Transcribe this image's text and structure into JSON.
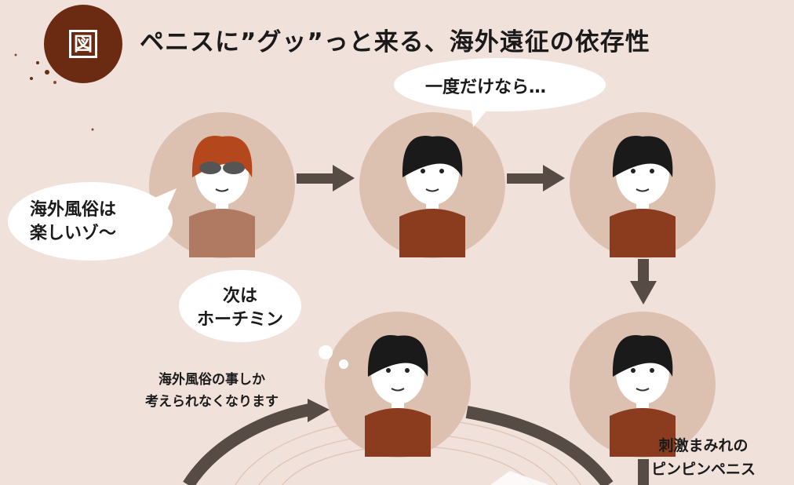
{
  "header": {
    "badge": "図",
    "title": "ペニスに”グッ”っと来る、海外遠征の依存性"
  },
  "bubbles": {
    "once": "一度だけなら…",
    "fun_line1": "海外風俗は",
    "fun_line2": "楽しいゾ〜",
    "next_line1": "次は",
    "next_line2": "ホーチミン"
  },
  "captions": {
    "only_line1": "海外風俗の事しか",
    "only_line2": "考えられなくなります",
    "stim_line1": "刺激まみれの",
    "stim_line2": "ピンピンペニス"
  },
  "colors": {
    "background": "#f0e2db",
    "circle": "#dcc0b0",
    "shirt": "#8b3c1e",
    "arrow": "#574b45",
    "badge": "#6b2a12"
  }
}
